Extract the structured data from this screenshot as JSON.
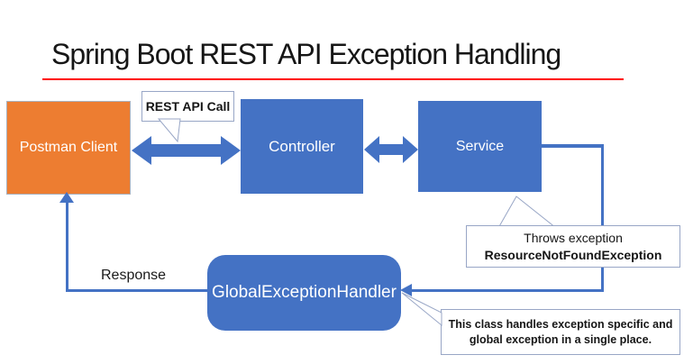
{
  "title": {
    "text": "Spring Boot REST API Exception Handling"
  },
  "nodes": {
    "postman": {
      "label": "Postman Client"
    },
    "controller": {
      "label": "Controller"
    },
    "service": {
      "label": "Service"
    },
    "handler": {
      "label": "GlobalExceptionHandler"
    }
  },
  "callouts": {
    "rest_api_call": {
      "text": "REST API Call"
    },
    "throws": {
      "line1": "Throws exception",
      "line2": "ResourceNotFoundException"
    },
    "handler_note": {
      "line1": "This class handles exception specific and",
      "line2": "global exception in a single place."
    }
  },
  "labels": {
    "response": "Response"
  },
  "colors": {
    "node_blue": "#4472C4",
    "node_orange": "#ED7D31",
    "connector_blue": "#4472C4",
    "title_underline_red": "#FF0000",
    "callout_border": "#98A6C6",
    "text_dark": "#161616",
    "text_white": "#FFFFFF"
  }
}
